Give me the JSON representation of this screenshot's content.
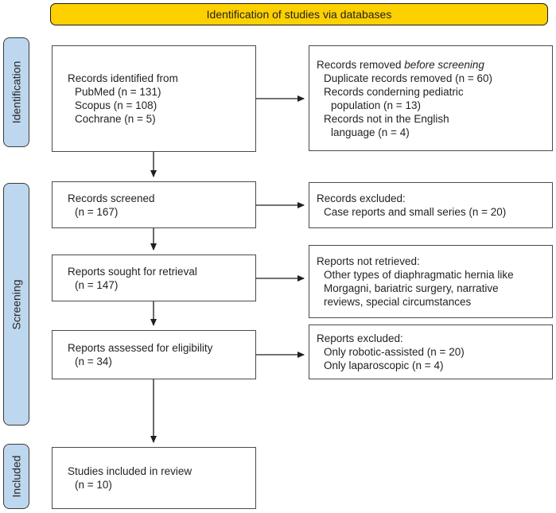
{
  "banner": {
    "title": "Identification of studies via databases"
  },
  "sidebar": {
    "identification": "Identification",
    "screening": "Screening",
    "included": "Included"
  },
  "boxes": {
    "records_identified": {
      "lines": [
        "Records identified from",
        "PubMed (n = 131)",
        "Scopus (n = 108)",
        "Cochrane (n = 5)"
      ]
    },
    "records_removed": {
      "title_prefix": "Records removed ",
      "title_italic": "before screening",
      "lines": [
        "Duplicate records removed (n = 60)",
        "Records conderning pediatric",
        "population (n = 13)",
        "Records not in the English",
        "language (n = 4)"
      ]
    },
    "records_screened": {
      "lines": [
        "Records screened",
        "(n = 167)"
      ]
    },
    "records_excluded": {
      "lines": [
        "Records excluded:",
        "Case reports and small series (n = 20)"
      ]
    },
    "reports_sought": {
      "lines": [
        "Reports sought for retrieval",
        "(n = 147)"
      ]
    },
    "reports_not_retrieved": {
      "lines": [
        "Reports not retrieved:",
        "Other types of diaphragmatic hernia like",
        "Morgagni, bariatric surgery, narrative",
        "reviews, special circumstances"
      ]
    },
    "reports_assessed": {
      "lines": [
        "Reports assessed for eligibility",
        "(n = 34)"
      ]
    },
    "reports_excluded": {
      "lines": [
        "Reports excluded:",
        "Only robotic-assisted (n = 20)",
        "Only laparoscopic (n = 4)"
      ]
    },
    "studies_included": {
      "lines": [
        "Studies included in review",
        "(n = 10)"
      ]
    }
  },
  "colors": {
    "banner_fill": "#fdd100",
    "sidebar_fill": "#bdd7ee",
    "box_border": "#4d4a49",
    "banner_border": "#1a1a1a",
    "text": "#231f20",
    "arrow": "#4a4442"
  }
}
